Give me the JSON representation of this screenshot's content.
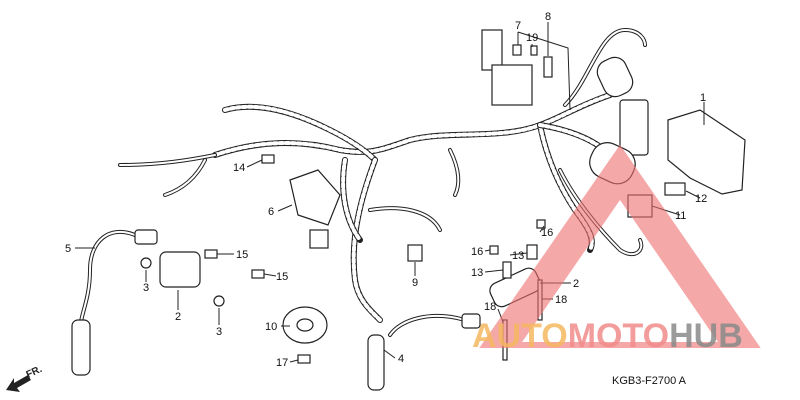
{
  "diagram": {
    "code": "KGB3-F2700 A",
    "direction_label": "FR.",
    "callouts": [
      {
        "id": "1",
        "label": "1"
      },
      {
        "id": "2a",
        "label": "2"
      },
      {
        "id": "2b",
        "label": "2"
      },
      {
        "id": "3a",
        "label": "3"
      },
      {
        "id": "3b",
        "label": "3"
      },
      {
        "id": "4",
        "label": "4"
      },
      {
        "id": "5",
        "label": "5"
      },
      {
        "id": "6",
        "label": "6"
      },
      {
        "id": "7",
        "label": "7"
      },
      {
        "id": "8",
        "label": "8"
      },
      {
        "id": "9",
        "label": "9"
      },
      {
        "id": "10",
        "label": "10"
      },
      {
        "id": "11",
        "label": "11"
      },
      {
        "id": "12",
        "label": "12"
      },
      {
        "id": "13a",
        "label": "13"
      },
      {
        "id": "13b",
        "label": "13"
      },
      {
        "id": "14",
        "label": "14"
      },
      {
        "id": "15a",
        "label": "15"
      },
      {
        "id": "15b",
        "label": "15"
      },
      {
        "id": "16a",
        "label": "16"
      },
      {
        "id": "16b",
        "label": "16"
      },
      {
        "id": "17",
        "label": "17"
      },
      {
        "id": "18a",
        "label": "18"
      },
      {
        "id": "18b",
        "label": "18"
      },
      {
        "id": "19",
        "label": "19"
      }
    ]
  },
  "watermark": {
    "parts": [
      {
        "text": "AUTO",
        "color": "#f5b860"
      },
      {
        "text": "MOTO",
        "color": "#f28b8b"
      },
      {
        "text": "HUB",
        "color": "#8a8a8a"
      }
    ],
    "triangle_color": "#f07070"
  }
}
